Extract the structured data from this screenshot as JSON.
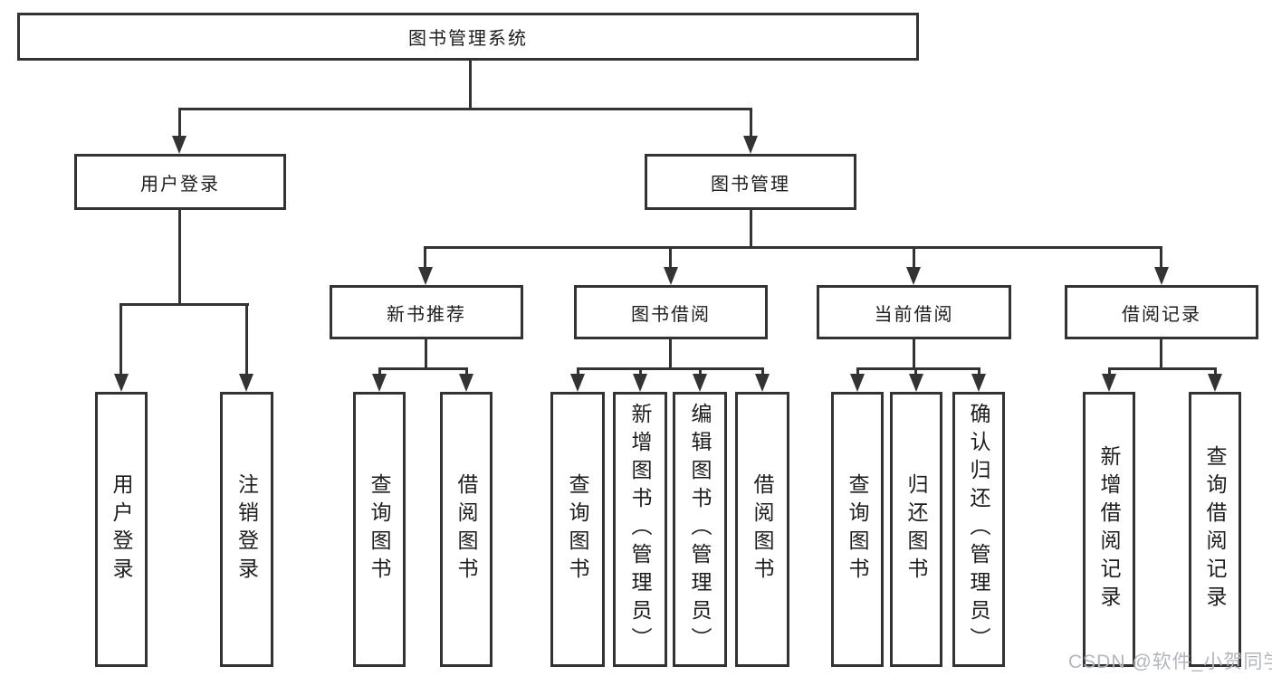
{
  "tree": {
    "label": "图书管理系统",
    "children": [
      {
        "label": "用户登录",
        "children": [
          {
            "label": "用户登录"
          },
          {
            "label": "注销登录"
          }
        ]
      },
      {
        "label": "图书管理",
        "children": [
          {
            "label": "新书推荐",
            "children": [
              {
                "label": "查询图书"
              },
              {
                "label": "借阅图书"
              }
            ]
          },
          {
            "label": "图书借阅",
            "children": [
              {
                "label": "查询图书"
              },
              {
                "label": "新增图书（管理员）"
              },
              {
                "label": "编辑图书（管理员）"
              },
              {
                "label": "借阅图书"
              }
            ]
          },
          {
            "label": "当前借阅",
            "children": [
              {
                "label": "查询图书"
              },
              {
                "label": "归还图书"
              },
              {
                "label": "确认归还（管理员）"
              }
            ]
          },
          {
            "label": "借阅记录",
            "children": [
              {
                "label": "新增借阅记录"
              },
              {
                "label": "查询借阅记录"
              }
            ]
          }
        ]
      }
    ]
  },
  "watermark": {
    "text": "CSDN @软件_小贺同学"
  },
  "colors": {
    "line": "#333333",
    "text": "#1d1d1d",
    "watermark": "#b2b6bd",
    "background": "#ffffff"
  }
}
